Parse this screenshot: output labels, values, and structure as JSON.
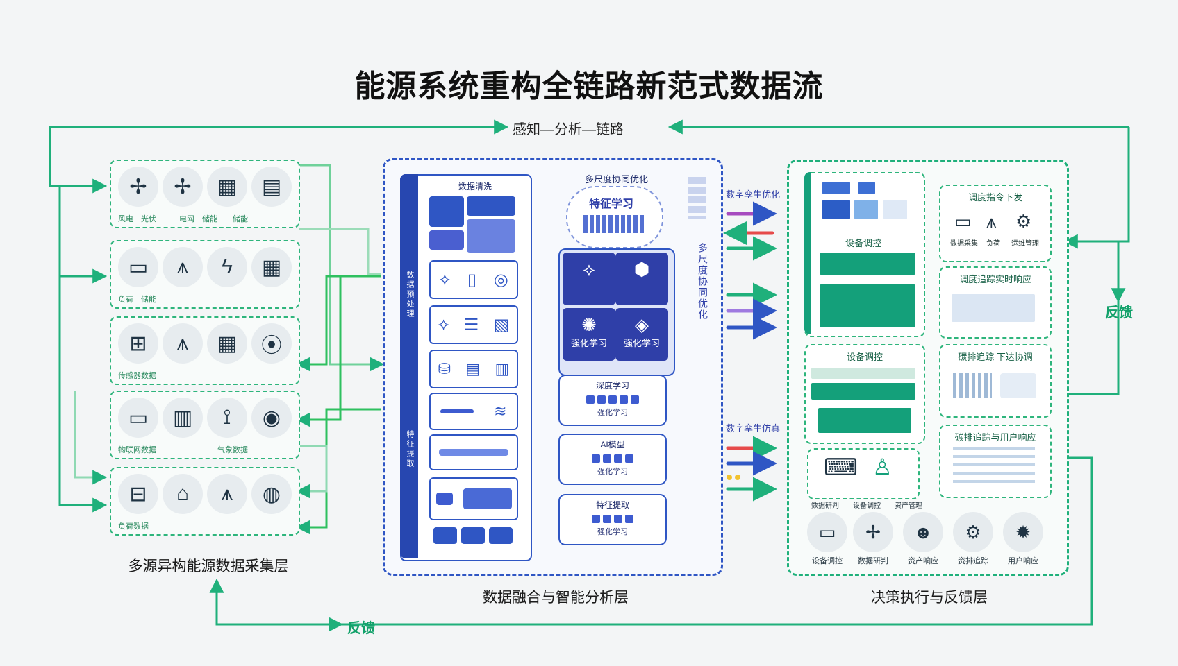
{
  "title": "能源系统重构全链路新范式数据流",
  "flow_top_label": "感知—分析—链路",
  "feedback_right": "反馈",
  "feedback_bottom": "反馈",
  "layers": {
    "collection": {
      "label": "多源异构能源数据采集层"
    },
    "analysis": {
      "label": "数据融合与智能分析层"
    },
    "decision": {
      "label": "决策执行与反馈层"
    }
  },
  "collection_rows": [
    {
      "icons": [
        "wind-turbine-icon",
        "wind-turbine-icon",
        "solar-panel-icon",
        "battery-storage-icon"
      ],
      "label": "风电　光伏　　　电网　储能　　储能"
    },
    {
      "icons": [
        "monitor-icon",
        "transmission-tower-icon",
        "lightning-icon",
        "solar-panel-icon"
      ],
      "label": "负荷　储能"
    },
    {
      "icons": [
        "smart-meter-icon",
        "transmission-tower-icon",
        "solar-panel-icon",
        "antenna-icon"
      ],
      "label": "传感器数据"
    },
    {
      "icons": [
        "display-icon",
        "battery-cabinet-icon",
        "signal-tower-icon",
        "camera-icon"
      ],
      "label": "物联网数据　　　　　　　　气象数据"
    },
    {
      "icons": [
        "meter-icon",
        "substation-icon",
        "transmission-tower-icon",
        "sensor-icon"
      ],
      "label": "负荷数据"
    }
  ],
  "analysis": {
    "data_cleaning": "数据清洗",
    "pipeline_vertical_1": "数据预处理",
    "pipeline_vertical_2": "特征提取",
    "multiscale_title": "多尺度协同优化",
    "cloud_label": "特征学习",
    "ai_tiles": [
      "",
      "",
      "强化学习",
      "强化学习"
    ],
    "vertical_opt_label": "多尺度协同优化",
    "ml_boxes": [
      {
        "title": "深度学习",
        "sub": "强化学习"
      },
      {
        "title": "AI模型",
        "sub": "强化学习"
      },
      {
        "title": "特征提取",
        "sub": "强化学习"
      }
    ],
    "digital_twin_1": "数字孪生优化",
    "digital_twin_2": "数字孪生仿真"
  },
  "decision": {
    "device_control_1": "设备调控",
    "device_control_2": "设备调控",
    "dispatch_title": "调度指令下发",
    "dispatch_icons": [
      "数据采集",
      "负荷",
      "运维管理"
    ],
    "scenario_title": "调度追踪实时响应",
    "carbon_title": "碳排追踪 下达协调",
    "carbon_user_title": "碳排追踪与用户响应",
    "bottom_caption": "数据研判　　设备调控　　资产管理",
    "bottom_items": [
      "设备调控",
      "数据研判",
      "资产响应",
      "资排追踪",
      "用户响应"
    ]
  },
  "colors": {
    "green": "#1fb07b",
    "blue": "#2f56c4",
    "deep_blue": "#2747b0"
  }
}
